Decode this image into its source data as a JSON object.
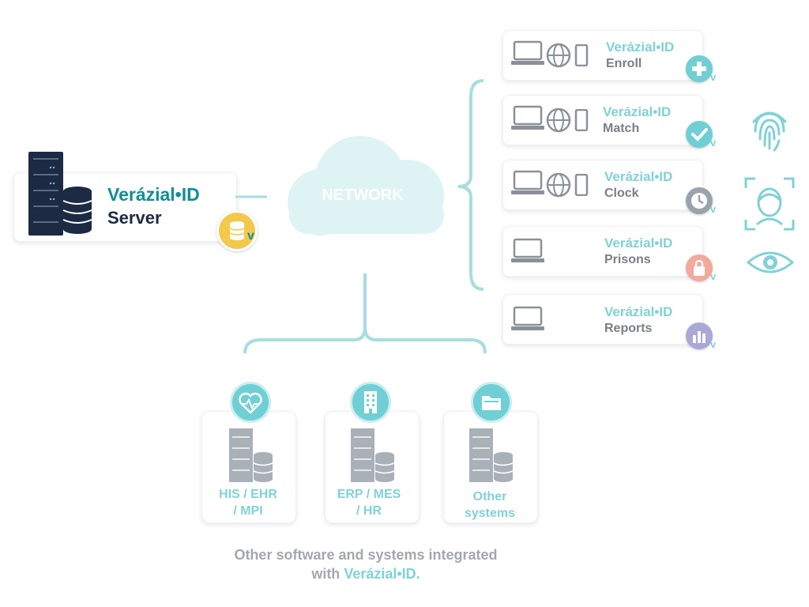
{
  "server": {
    "brand": "Verázial•ID",
    "role": "Server"
  },
  "network": {
    "label": "NETWORK"
  },
  "modules": [
    {
      "brand": "Verázial•ID",
      "name": "Enroll",
      "badge_icon": "plus-icon",
      "badge_color": "#6fcfd4"
    },
    {
      "brand": "Verázial•ID",
      "name": "Match",
      "badge_icon": "check-icon",
      "badge_color": "#6fcfd4"
    },
    {
      "brand": "Verázial•ID",
      "name": "Clock",
      "badge_icon": "clock-icon",
      "badge_color": "#9aa3ad"
    },
    {
      "brand": "Verázial•ID",
      "name": "Prisons",
      "badge_icon": "lock-icon",
      "badge_color": "#f3a99b"
    },
    {
      "brand": "Verázial•ID",
      "name": "Reports",
      "badge_icon": "bar-chart-icon",
      "badge_color": "#a9a8d6"
    }
  ],
  "biometrics": [
    "fingerprint-icon",
    "face-icon",
    "eye-icon"
  ],
  "systems": [
    {
      "label_line1": "HIS / EHR",
      "label_line2": "/ MPI",
      "icon": "heart-monitor-icon"
    },
    {
      "label_line1": "ERP / MES",
      "label_line2": "/ HR",
      "icon": "building-icon"
    },
    {
      "label_line1": "Other",
      "label_line2": "systems",
      "icon": "folder-icon"
    }
  ],
  "caption": {
    "line1": "Other software and systems integrated",
    "line2_prefix": "with ",
    "line2_brand": "Verázial•ID."
  },
  "colors": {
    "teal": "#0f8f96",
    "light_teal": "#7fd2d6",
    "navy": "#1d2a44",
    "grey": "#7a7f86",
    "server_badge": "#f2c94c"
  }
}
